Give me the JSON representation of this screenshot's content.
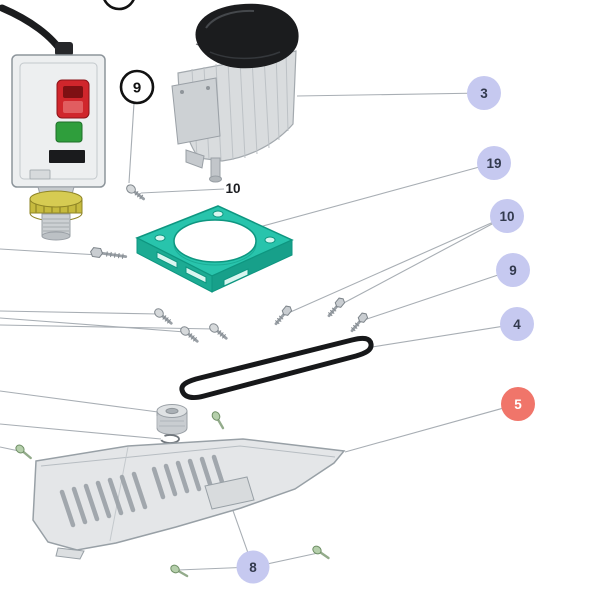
{
  "diagram": {
    "type": "exploded-parts-diagram"
  },
  "callouts": [
    {
      "label": "9",
      "variant": "outlined"
    },
    {
      "label": "10",
      "variant": "text"
    },
    {
      "label": "3",
      "variant": "lavender"
    },
    {
      "label": "19",
      "variant": "lavender"
    },
    {
      "label": "10",
      "variant": "lavender"
    },
    {
      "label": "9",
      "variant": "lavender"
    },
    {
      "label": "4",
      "variant": "lavender"
    },
    {
      "label": "5",
      "variant": "red"
    },
    {
      "label": "8",
      "variant": "lavender"
    }
  ],
  "colors": {
    "callout_fill": "#c6c9f0",
    "callout_text": "#333a4e",
    "callout_alert_fill": "#f0756a",
    "callout_alert_text": "#ffffff",
    "callout_outline": "#111111",
    "leader_line": "#a8aeb4",
    "bracket_green": "#28c4ac",
    "belt_black": "#17181a",
    "ring_nut_yellow": "#c6ba3e",
    "switch_red": "#d0262c",
    "switch_green": "#2f9e3c",
    "metal_gray": "#d9dcde",
    "guard_gray": "#e4e6e8"
  }
}
